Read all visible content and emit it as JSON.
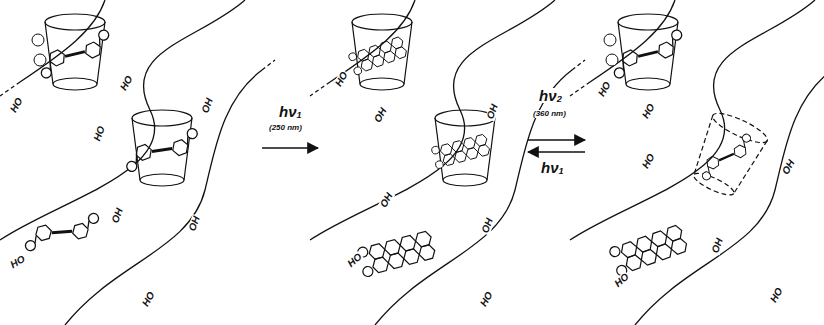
{
  "diagram": {
    "labels": [
      "hν₁",
      "(250 nm)",
      "hν₂",
      "(360 nm)",
      "hν₁",
      "HO",
      "HO",
      "HO",
      "OH",
      "OH",
      "OH",
      "HO",
      "HO",
      "HO",
      "OH",
      "OH",
      "OH",
      "OH",
      "HO",
      "HO",
      "HO",
      "HO",
      "HO",
      "OH",
      "OH",
      "HO",
      "HO"
    ]
  }
}
